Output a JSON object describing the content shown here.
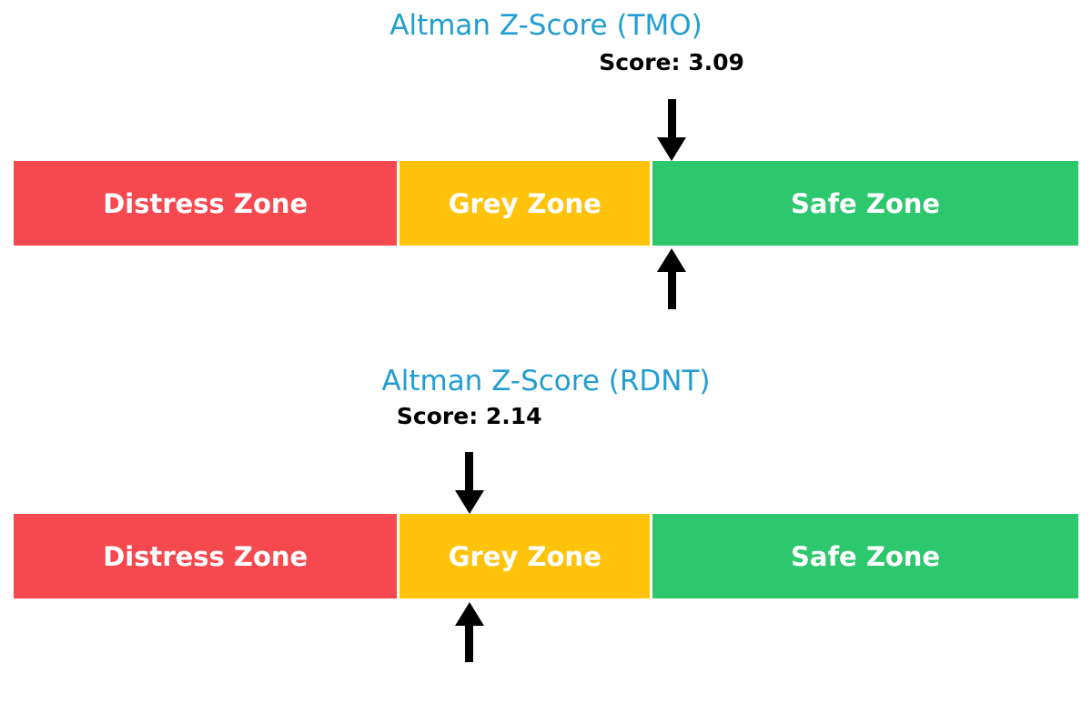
{
  "page": {
    "background_color": "#ffffff",
    "text_color": "#000000",
    "title_color": "#229DD2",
    "zone_text_color": "#ffffff",
    "arrow_color": "#000000"
  },
  "chart_data": [
    {
      "type": "zone-gauge",
      "title": "Altman Z-Score (TMO)",
      "ticker": "TMO",
      "score": 3.09,
      "score_label": "Score: 3.09",
      "axis_range": [
        0,
        5
      ],
      "marker": "black down-arrow above bar and up-arrow below bar at score position",
      "legend_position": "none",
      "grid": false,
      "zones": [
        {
          "label": "Distress Zone",
          "color": "#F6494F",
          "range": [
            0,
            1.81
          ]
        },
        {
          "label": "Grey Zone",
          "color": "#FFC30B",
          "range": [
            1.81,
            2.99
          ]
        },
        {
          "label": "Safe Zone",
          "color": "#2DC76E",
          "range": [
            2.99,
            5
          ]
        }
      ]
    },
    {
      "type": "zone-gauge",
      "title": "Altman Z-Score (RDNT)",
      "ticker": "RDNT",
      "score": 2.14,
      "score_label": "Score: 2.14",
      "axis_range": [
        0,
        5
      ],
      "marker": "black down-arrow above bar and up-arrow below bar at score position",
      "legend_position": "none",
      "grid": false,
      "zones": [
        {
          "label": "Distress Zone",
          "color": "#F6494F",
          "range": [
            0,
            1.81
          ]
        },
        {
          "label": "Grey Zone",
          "color": "#FFC30B",
          "range": [
            1.81,
            2.99
          ]
        },
        {
          "label": "Safe Zone",
          "color": "#2DC76E",
          "range": [
            2.99,
            5
          ]
        }
      ]
    }
  ]
}
